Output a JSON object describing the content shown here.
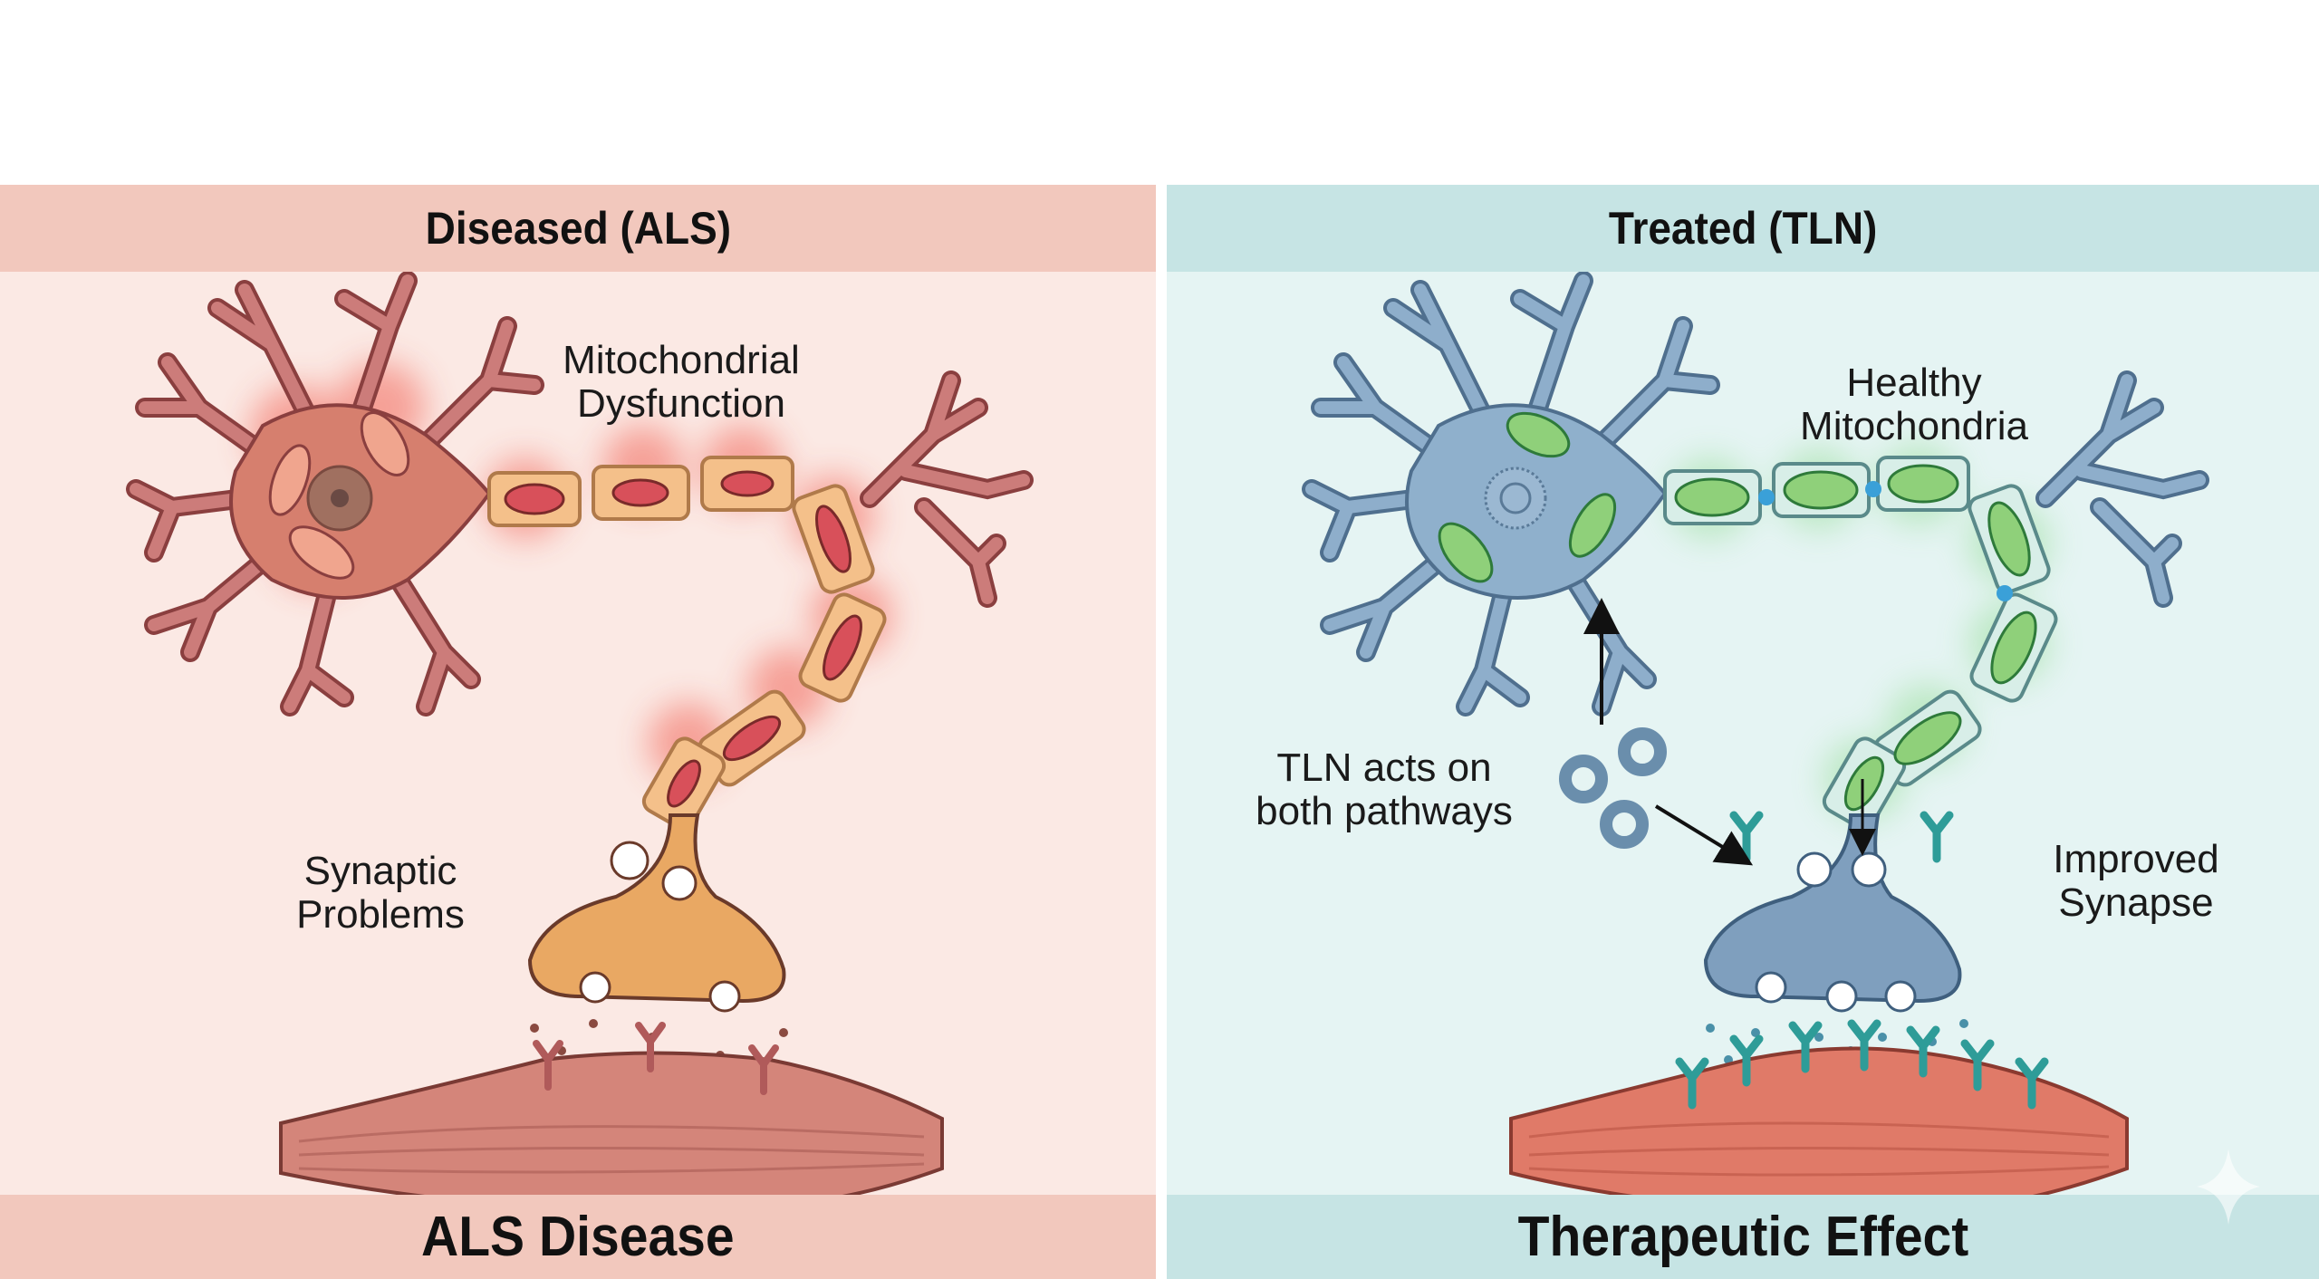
{
  "left_panel": {
    "header": "Diseased (ALS)",
    "footer": "ALS Disease",
    "labels": {
      "mitochondria_line1": "Mitochondrial",
      "mitochondria_line2": "Dysfunction",
      "synapse_line1": "Synaptic",
      "synapse_line2": "Problems"
    },
    "colors": {
      "neuron": "#c8706e",
      "glow": "#f04a3a",
      "myelin": "#f4c08a",
      "muscle": "#d4857a",
      "receptor": "#c46a6a"
    }
  },
  "right_panel": {
    "header": "Treated (TLN)",
    "footer": "Therapeutic Effect",
    "labels": {
      "mitochondria_line1": "Healthy",
      "mitochondria_line2": "Mitochondria",
      "drug_line1": "TLN acts on",
      "drug_line2": "both pathways",
      "synapse_line1": "Improved",
      "synapse_line2": "Synapse"
    },
    "colors": {
      "neuron": "#86a9c7",
      "glow": "#6ed36a",
      "myelin": "#d8eee8",
      "muscle": "#e07a68",
      "receptor": "#2e9c98"
    }
  },
  "watermark": {
    "icon": "sparkle-icon"
  }
}
